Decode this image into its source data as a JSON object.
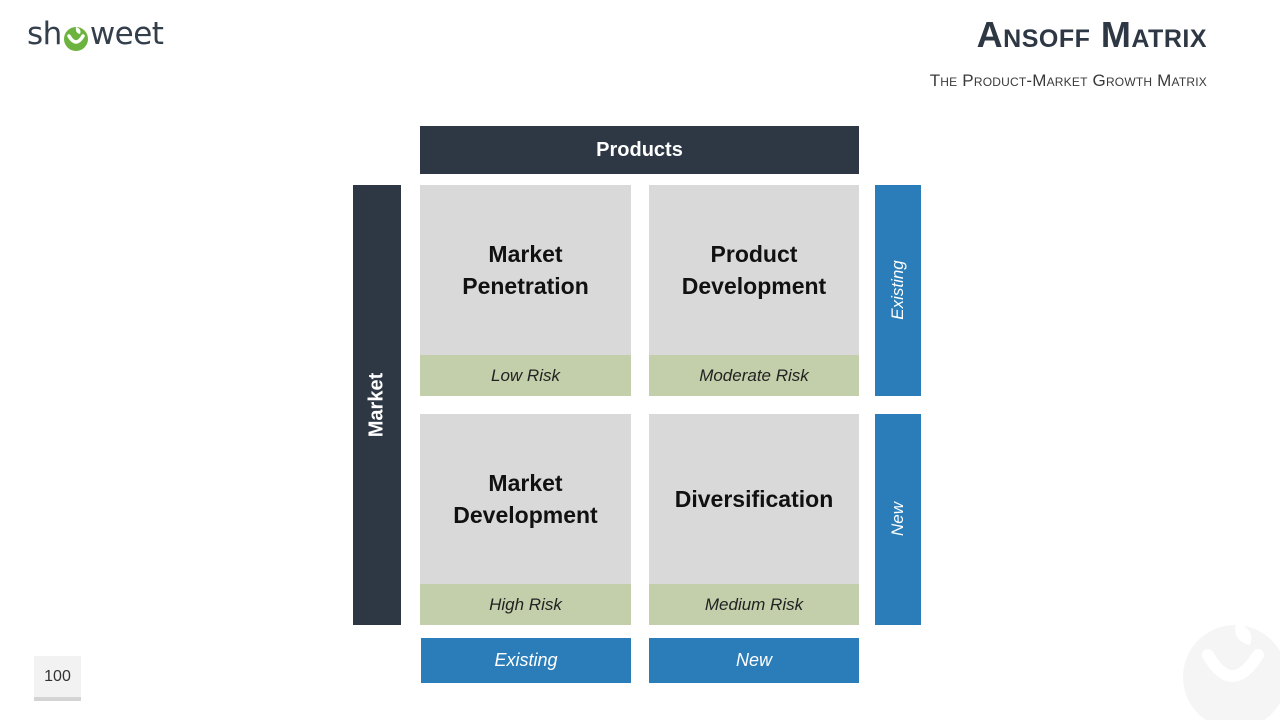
{
  "logo": {
    "prefix": "sh",
    "suffix": "weet",
    "icon": "showeet-leaf-logo-icon"
  },
  "title": "Ansoff Matrix",
  "subtitle": "The Product-Market Growth Matrix",
  "matrix": {
    "products_header": "Products",
    "market_header": "Market",
    "cells": [
      {
        "line1": "Market",
        "line2": "Penetration",
        "risk": "Low Risk"
      },
      {
        "line1": "Product",
        "line2": "Development",
        "risk": "Moderate Risk"
      },
      {
        "line1": "Market",
        "line2": "Development",
        "risk": "High Risk"
      },
      {
        "line1": "Diversification",
        "line2": "",
        "risk": "Medium Risk"
      }
    ],
    "row_labels": [
      "Existing",
      "New"
    ],
    "column_labels": [
      "Existing",
      "New"
    ]
  },
  "page_number": "100",
  "colors": {
    "dark": "#2e3844",
    "blue": "#2a7db8",
    "cell": "#d9d9d9",
    "risk": "#c3ceaa",
    "logo_green": "#6cb33f"
  }
}
